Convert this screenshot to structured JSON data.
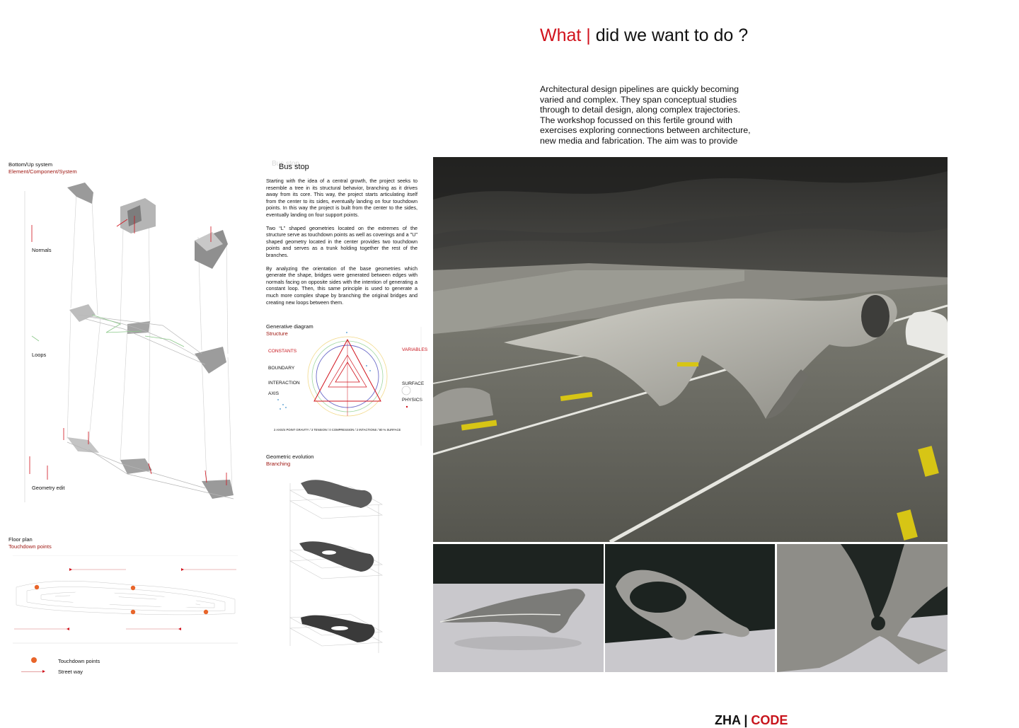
{
  "header": {
    "title_accent": "What |",
    "title_rest": " did we want to do ?",
    "intro": "Architectural design pipelines are quickly becoming varied and complex. They span conceptual studies through to detail design, along complex trajectories. The workshop focussed on this fertile ground with exercises exploring connections between architecture, new media and fabrication. The aim was to provide"
  },
  "bottom_up": {
    "title": "Bottom/Up system",
    "subtitle": "Element/Component/System",
    "labels": {
      "normals": "Normals",
      "loops": "Loops",
      "geometry_edit": "Geometry edit"
    }
  },
  "floor_plan": {
    "title": "Floor plan",
    "subtitle": "Touchdown points",
    "legend": {
      "touchdown": "Touchdown points",
      "street": "Street way"
    }
  },
  "bus_stop": {
    "ghost_title": "Bus stop",
    "title": "Bus stop",
    "paragraphs": [
      "Starting with the idea of a central growth, the project seeks to resemble a tree in its structural behavior, branching as it drives away from its core. This way, the project starts articulating itself from the center to its sides, eventually landing on four touchdown points. In this way the project is built from the center to the sides, eventually landing on four support points.",
      "Two “L” shaped geometries located on the extremes of the structure serve as touchdown points as well as coverings and a \"U\" shaped geometry located in the center provides two touchdown points and serves as a trunk holding together the rest of the branches.",
      "By analyzing the orientation of the base geometries which generate the shape, bridges were generated between edges with normals facing on opposite sides with the intention of generating a constant loop. Then, this same principle is used to generate a much more complex shape by branching the original bridges and creating new loops between them."
    ]
  },
  "generative": {
    "title": "Generative diagram",
    "subtitle": "Structure",
    "constants": "CONSTANTS",
    "variables": "VARIABLES",
    "boundary": "BOUNDARY",
    "interaction": "INTERACTION",
    "axis": "AXIS",
    "surface": "SURFACE",
    "physics": "PHYSICS",
    "footnote": "2 AXIS/4 POINT GRAVITY  /  3 TENSION  /  0 COMPRESSION  /  2 INTACTIONS  /  80 % SURFACE"
  },
  "geometric": {
    "title": "Geometric evolution",
    "subtitle": "Branching"
  },
  "footer": {
    "left": "ZHA |",
    "right": " CODE"
  },
  "colors": {
    "accent_red": "#d1121c",
    "caption_red": "#a01a14",
    "touchdown_orange": "#e8652a"
  }
}
